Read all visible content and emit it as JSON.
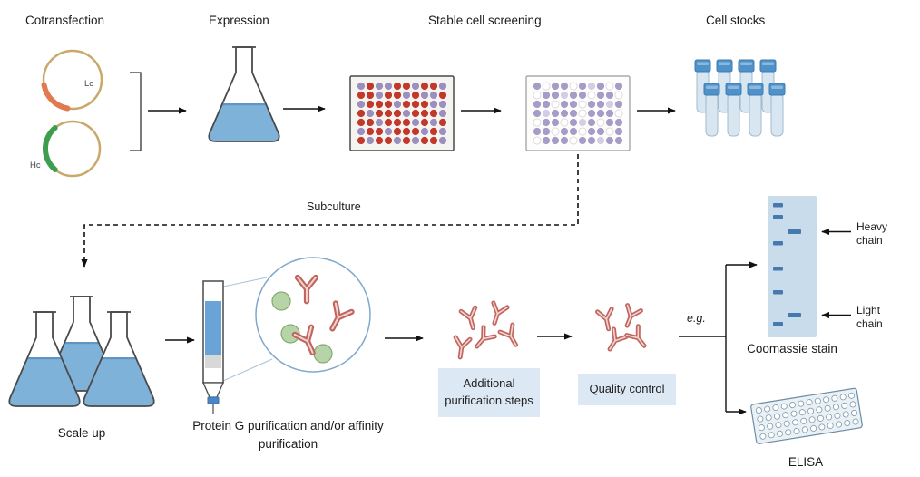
{
  "stages": {
    "cotransfection": {
      "label": "Cotransfection",
      "plasmid_light_chain": "Lc",
      "plasmid_heavy_chain": "Hc"
    },
    "expression": {
      "label": "Expression"
    },
    "stable_cell_screening": {
      "label": "Stable cell screening"
    },
    "cell_stocks": {
      "label": "Cell stocks"
    },
    "subculture": {
      "label": "Subculture"
    },
    "scale_up": {
      "label": "Scale up"
    },
    "purification": {
      "label": "Protein G purification and/or affinity purification"
    },
    "additional_purification": {
      "label": "Additional purification steps"
    },
    "quality_control": {
      "label": "Quality control"
    },
    "example_marker": {
      "label": "e.g."
    },
    "coomassie": {
      "label": "Coomassie stain",
      "heavy_chain_label": "Heavy chain",
      "light_chain_label": "Light chain"
    },
    "elisa": {
      "label": "ELISA"
    }
  },
  "colors": {
    "flask_liquid": "#7fb2d9",
    "well_red": "#c0392b",
    "well_purple": "#9b8fc0",
    "plate2_purple": "#a79cc8",
    "vial_cap": "#4f91c9",
    "vial_body": "#d8e6f1",
    "box_bg": "#dce8f3",
    "antibody": "#c2655e",
    "bead_green": "#b7d4a8",
    "gel_bg": "#c9dcec",
    "gel_band": "#4679ad",
    "plasmid_ring": "#c9a96a",
    "insert_lc": "#e07b4f",
    "insert_hc": "#3f9e4d"
  }
}
